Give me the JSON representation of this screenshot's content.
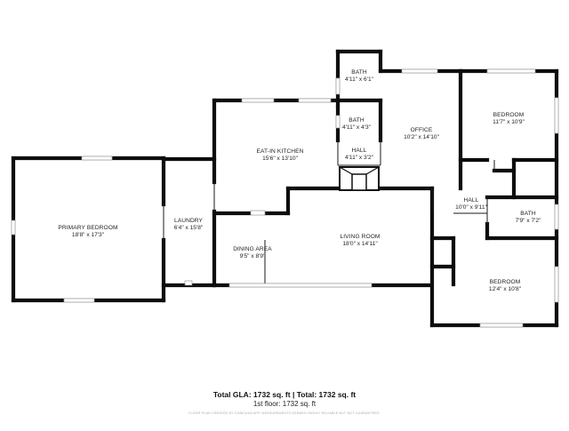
{
  "rooms": [
    {
      "id": "primary-bedroom",
      "name": "PRIMARY BEDROOM",
      "dims": "18'8\" x 17'3\""
    },
    {
      "id": "laundry",
      "name": "LAUNDRY",
      "dims": "6'4\" x 15'8\""
    },
    {
      "id": "eat-in-kitchen",
      "name": "EAT-IN KITCHEN",
      "dims": "15'6\" x 13'10\""
    },
    {
      "id": "dining-area",
      "name": "DINING AREA",
      "dims": "9'5\" x 8'9\""
    },
    {
      "id": "living-room",
      "name": "LIVING ROOM",
      "dims": "18'0\" x 14'11\""
    },
    {
      "id": "bath-upper",
      "name": "BATH",
      "dims": "4'11\" x 6'1\""
    },
    {
      "id": "bath-middle",
      "name": "BATH",
      "dims": "4'11\" x 4'3\""
    },
    {
      "id": "hall-small",
      "name": "HALL",
      "dims": "4'11\" x 3'2\""
    },
    {
      "id": "office",
      "name": "OFFICE",
      "dims": "10'2\" x 14'10\""
    },
    {
      "id": "bedroom-upper",
      "name": "BEDROOM",
      "dims": "11'7\" x 10'9\""
    },
    {
      "id": "hall-right",
      "name": "HALL",
      "dims": "10'0\" x 9'11\""
    },
    {
      "id": "bath-right",
      "name": "BATH",
      "dims": "7'9\" x 7'2\""
    },
    {
      "id": "bedroom-lower",
      "name": "BEDROOM",
      "dims": "12'4\" x 10'8\""
    }
  ],
  "footer": {
    "summary": "Total GLA: 1732 sq. ft  |  Total: 1732 sq. ft",
    "floor": "1st floor: 1732 sq. ft",
    "disclaimer": "FLOOR PLAN CREATED BY CUBICASA APP. MEASUREMENTS DEEMED HIGHLY RELIABLE BUT NOT GUARANTEED."
  }
}
